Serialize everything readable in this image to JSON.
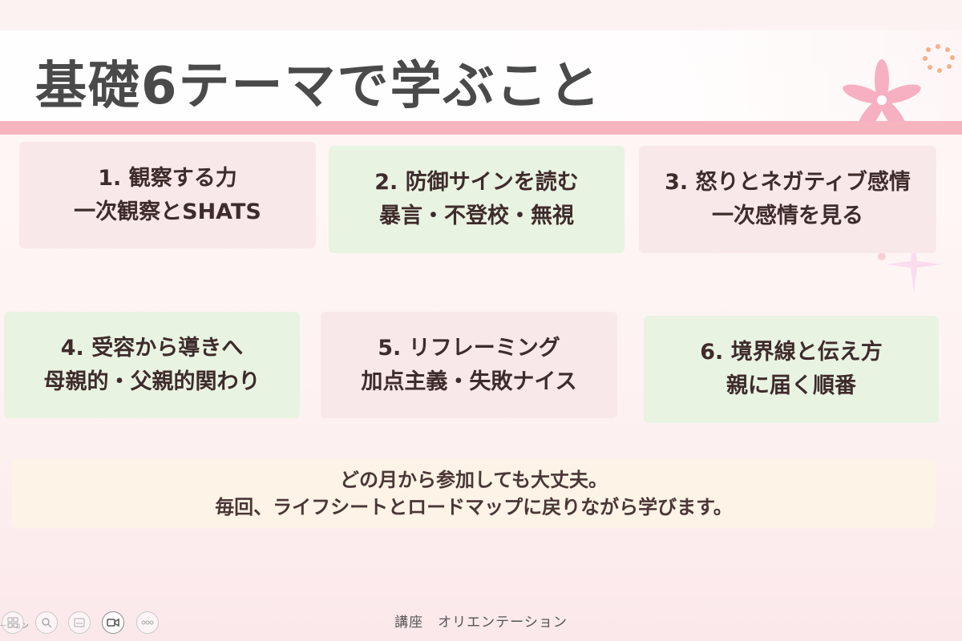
{
  "slide": {
    "title": "基礎6テーマで学ぶこと",
    "cards": [
      {
        "line1": "1. 観察する力",
        "line2": "一次観察とSHATS"
      },
      {
        "line1": "2. 防御サインを読む",
        "line2": "暴言・不登校・無視"
      },
      {
        "line1": "3. 怒りとネガティブ感情",
        "line2": "一次感情を見る"
      },
      {
        "line1": "4. 受容から導きへ",
        "line2": "母親的・父親的関わり"
      },
      {
        "line1": "5. リフレーミング",
        "line2": "加点主義・失敗ナイス"
      },
      {
        "line1": "6. 境界線と伝え方",
        "line2": "親に届く順番"
      }
    ],
    "note": {
      "line1": "どの月から参加しても大丈夫。",
      "line2": "毎回、ライフシートとロードマップに戻りながら学びます。"
    },
    "footer": "講座　オリエンテーション"
  },
  "viewer_controls": {
    "left_label": "ーション",
    "buttons": [
      "grid-icon",
      "zoom-icon",
      "subtitle-icon",
      "camera-icon",
      "more-icon"
    ]
  },
  "colors": {
    "title_bar": "#f6b5be",
    "card_pink": "#f9e8ea",
    "card_green": "#e9f3e2",
    "note_bg": "#fdf3e6"
  }
}
